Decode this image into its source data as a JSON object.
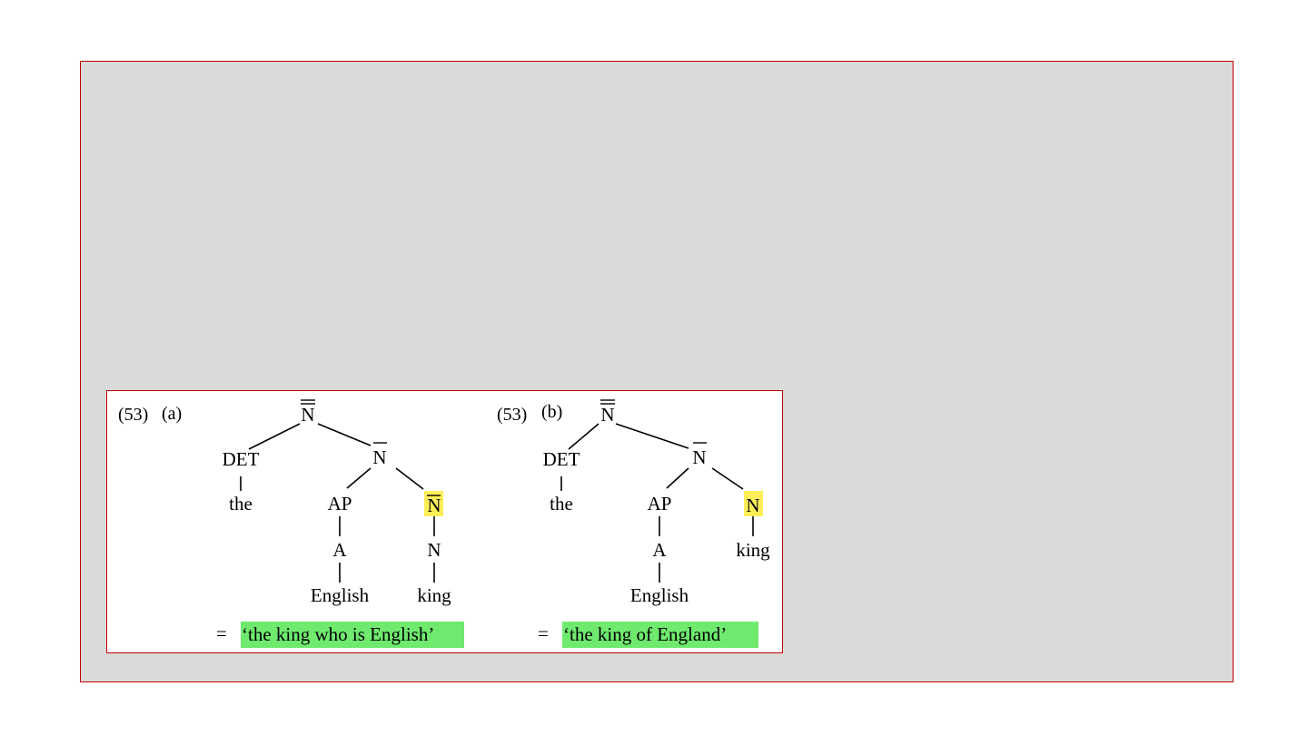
{
  "colors": {
    "highlight_yellow": "#ffee58",
    "highlight_green": "#6fea6f",
    "border_red": "#c00000"
  },
  "trees": [
    {
      "example_number": "(53)",
      "sub_label": "(a)",
      "nodes": {
        "root": "N",
        "det": "DET",
        "the": "the",
        "nbar": "N",
        "ap": "AP",
        "nhl": "N",
        "a": "A",
        "english": "English",
        "n": "N",
        "king": "king"
      },
      "gloss_eq": "=",
      "gloss": "‘the king who is English’"
    },
    {
      "example_number": "(53)",
      "sub_label": "(b)",
      "nodes": {
        "root": "N",
        "det": "DET",
        "the": "the",
        "nbar": "N",
        "ap": "AP",
        "nhl": "N",
        "a": "A",
        "english": "English",
        "king": "king"
      },
      "gloss_eq": "=",
      "gloss": "‘the king of England’"
    }
  ]
}
